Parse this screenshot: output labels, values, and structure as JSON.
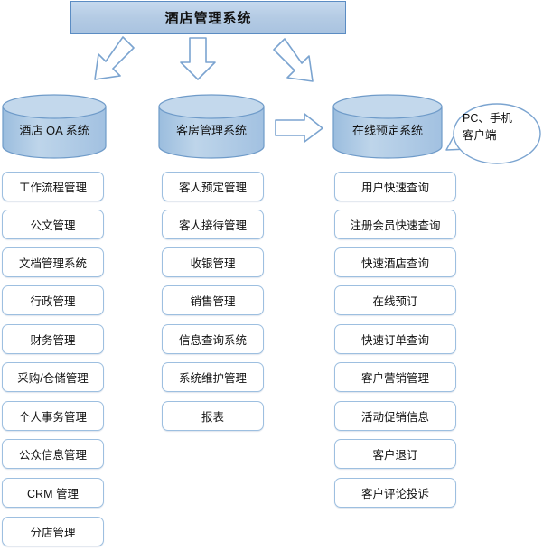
{
  "diagram": {
    "title": "酒店管理系统",
    "accent_color": "#5b8cc3",
    "banner_fill": "#b4cbe4",
    "cylinder_fill": "#b0cbe6",
    "box_border_color": "#9dbfe0"
  },
  "arrows": [
    {
      "name": "arrow-down-left",
      "direction": "down-left"
    },
    {
      "name": "arrow-down",
      "direction": "down"
    },
    {
      "name": "arrow-down-right",
      "direction": "down-right"
    },
    {
      "name": "arrow-right",
      "direction": "right"
    }
  ],
  "callout": {
    "line1": "PC、手机",
    "line2": "客户端"
  },
  "columns": [
    {
      "id": "oa",
      "cylinder_label": "酒店 OA 系统",
      "items": [
        "工作流程管理",
        "公文管理",
        "文档管理系统",
        "行政管理",
        "财务管理",
        "采购/仓储管理",
        "个人事务管理",
        "公众信息管理",
        "CRM 管理",
        "分店管理"
      ]
    },
    {
      "id": "room",
      "cylinder_label": "客房管理系统",
      "items": [
        "客人预定管理",
        "客人接待管理",
        "收银管理",
        "销售管理",
        "信息查询系统",
        "系统维护管理",
        "报表"
      ]
    },
    {
      "id": "booking",
      "cylinder_label": "在线预定系统",
      "items": [
        "用户快速查询",
        "注册会员快速查询",
        "快速酒店查询",
        "在线预订",
        "快速订单查询",
        "客户营销管理",
        "活动促销信息",
        "客户退订",
        "客户评论投诉"
      ]
    }
  ]
}
